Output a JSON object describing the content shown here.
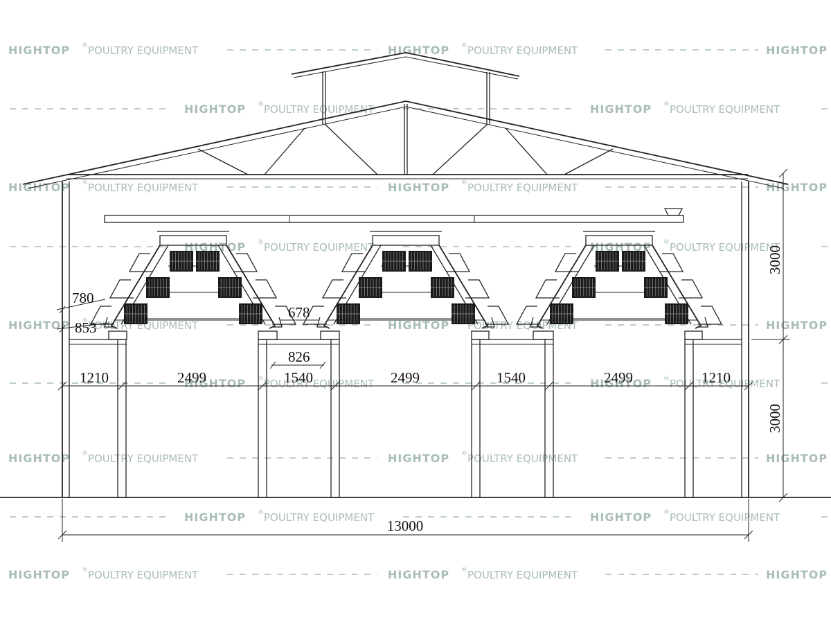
{
  "watermark": {
    "brand": "HIGHTOP",
    "registered": "®",
    "subtitle": "POULTRY EQUIPMENT"
  },
  "dimensions": {
    "overall_width": "13000",
    "roof_height": "3000",
    "wall_height": "3000",
    "cage_depth_top": "780",
    "cage_depth_bottom": "853",
    "tier_offset": "678",
    "pit_width": "826",
    "aisles": [
      "1210",
      "2499",
      "1540",
      "2499",
      "1540",
      "2499",
      "1210"
    ]
  },
  "colors": {
    "line": "#222222",
    "watermark": "#a9bdb8",
    "background": "#ffffff"
  }
}
